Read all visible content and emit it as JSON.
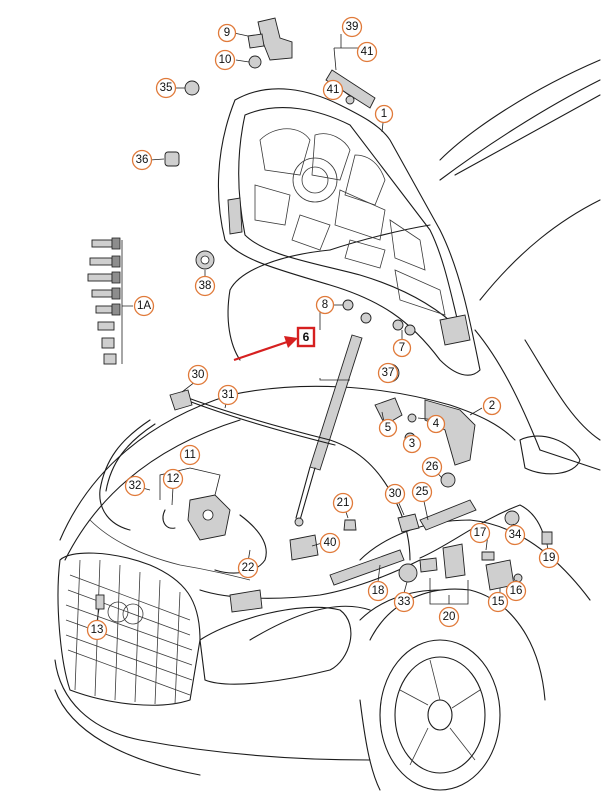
{
  "callouts": [
    "1",
    "1A",
    "2",
    "3",
    "4",
    "5",
    "6",
    "7",
    "8",
    "9",
    "10",
    "11",
    "12",
    "13",
    "15",
    "16",
    "17",
    "18",
    "19",
    "20",
    "21",
    "22",
    "25",
    "26",
    "30",
    "30",
    "31",
    "32",
    "33",
    "34",
    "35",
    "36",
    "37",
    "38",
    "39",
    "40",
    "41",
    "41"
  ],
  "highlight": {
    "label": "6",
    "color": "#d62020"
  },
  "colors": {
    "callout_ring": "#e07a3a",
    "highlight": "#d62020",
    "line": "#1c1c1c"
  }
}
